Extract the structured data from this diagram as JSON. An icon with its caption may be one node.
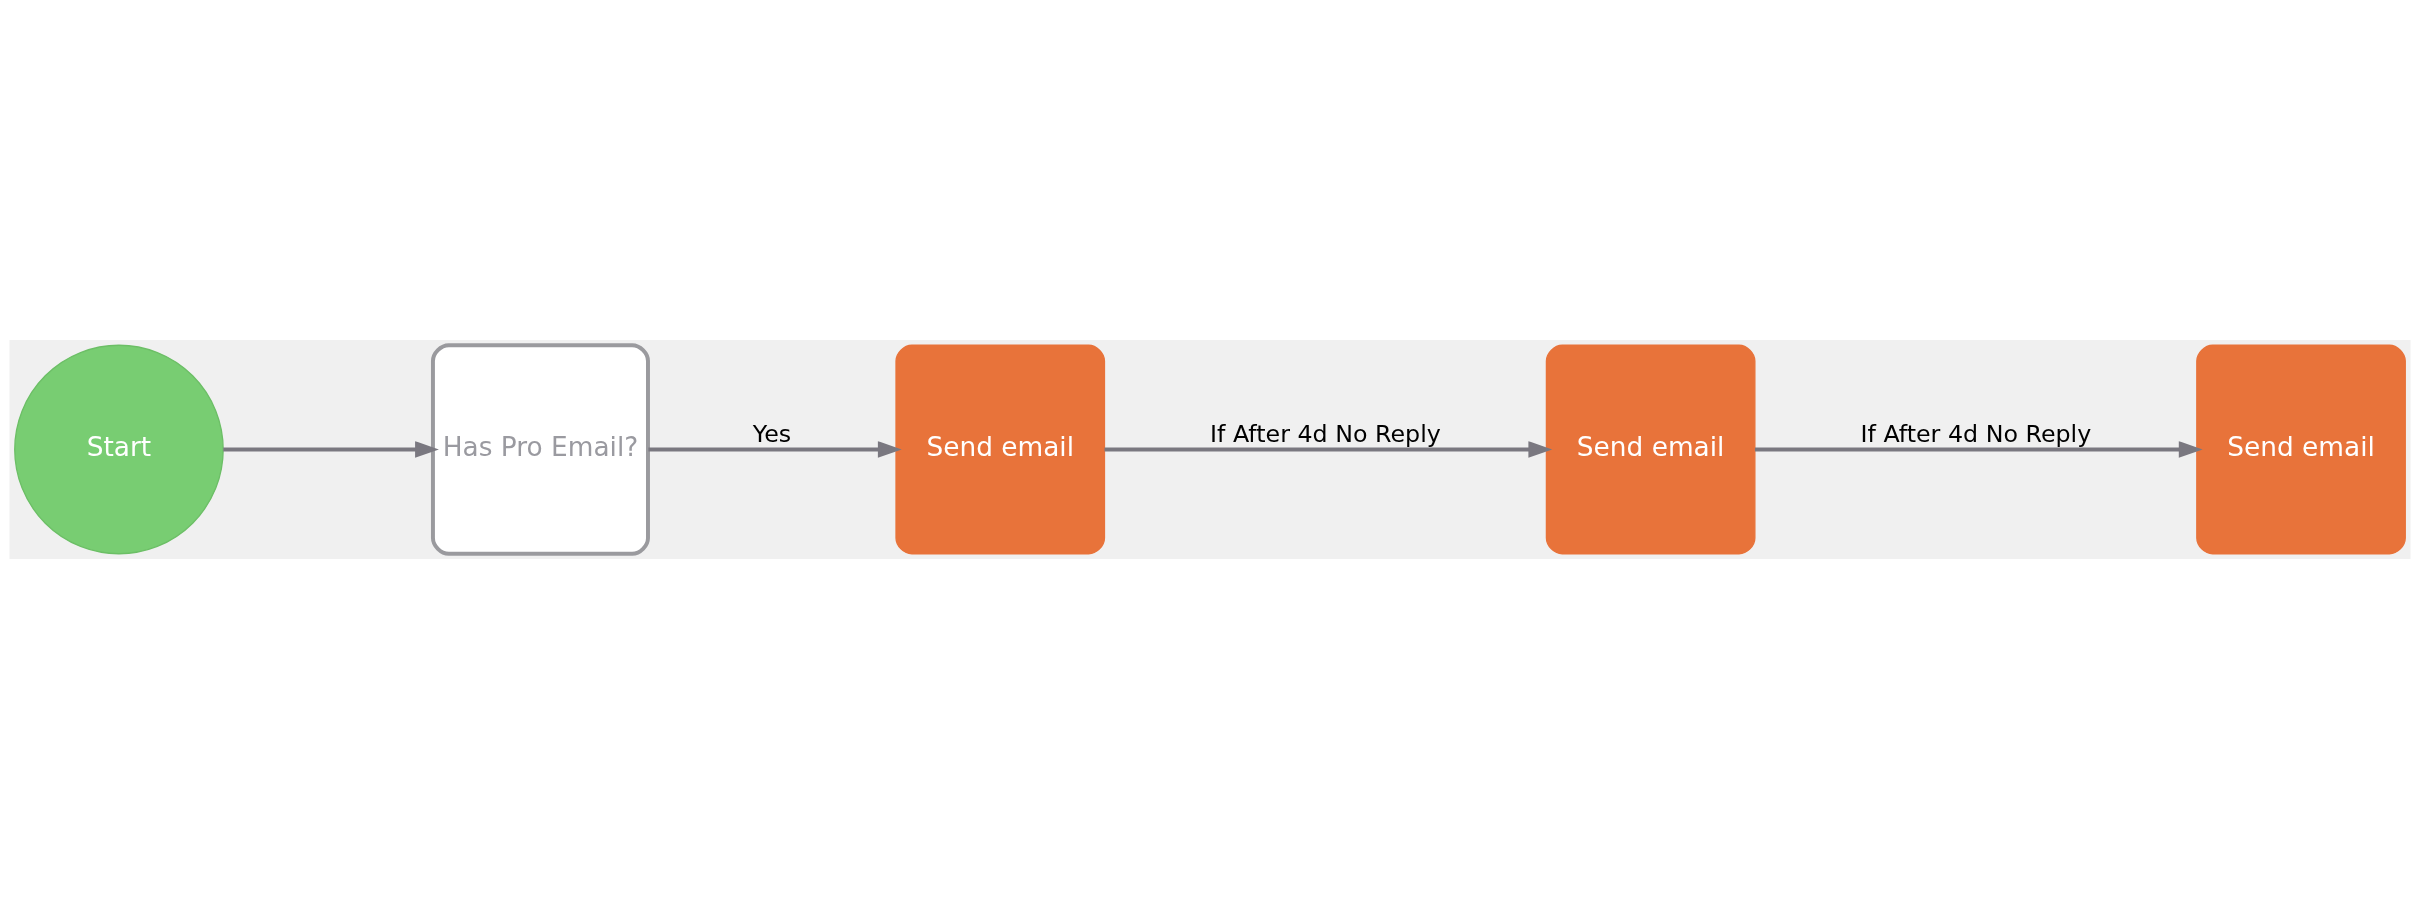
{
  "diagram": {
    "nodes": [
      {
        "text": [
          "Start"
        ]
      },
      {
        "text": [
          "Has Pro Email?"
        ]
      },
      {
        "text": [
          "Send email"
        ]
      },
      {
        "text": [
          "Send email"
        ]
      },
      {
        "text": [
          "Send email"
        ]
      }
    ],
    "edges": [
      {
        "from": 0,
        "to": 1,
        "arrow": "to"
      },
      {
        "from": 1,
        "to": 2,
        "arrow": "to",
        "label": "Yes"
      },
      {
        "from": 2,
        "to": 3,
        "arrow": "to",
        "label": "If After 4d No Reply"
      },
      {
        "from": 3,
        "to": 4,
        "arrow": "to",
        "label": "If After 4d No Reply"
      }
    ]
  }
}
